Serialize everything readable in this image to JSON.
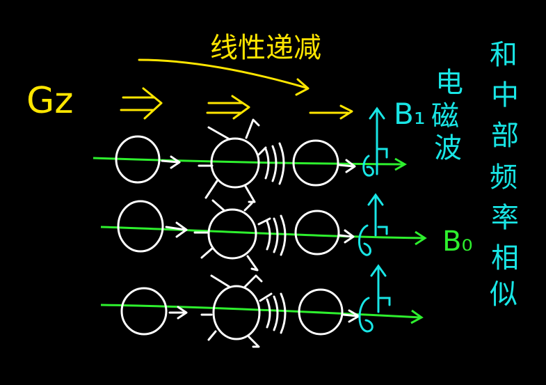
{
  "labels": {
    "gz": "Gz",
    "linear_decrease": "线性递减",
    "b1": "B₁",
    "b0": "B₀",
    "rf_field_chars": [
      "电",
      "磁",
      "波"
    ],
    "same_freq_chars": [
      "和",
      "中",
      "部",
      "频",
      "率",
      "相",
      "似"
    ]
  },
  "colors": {
    "background": "#000000",
    "gradient": "#ffe600",
    "spin": "#ffffff",
    "main_field": "#2ef02e",
    "rf": "#19e6e6"
  }
}
